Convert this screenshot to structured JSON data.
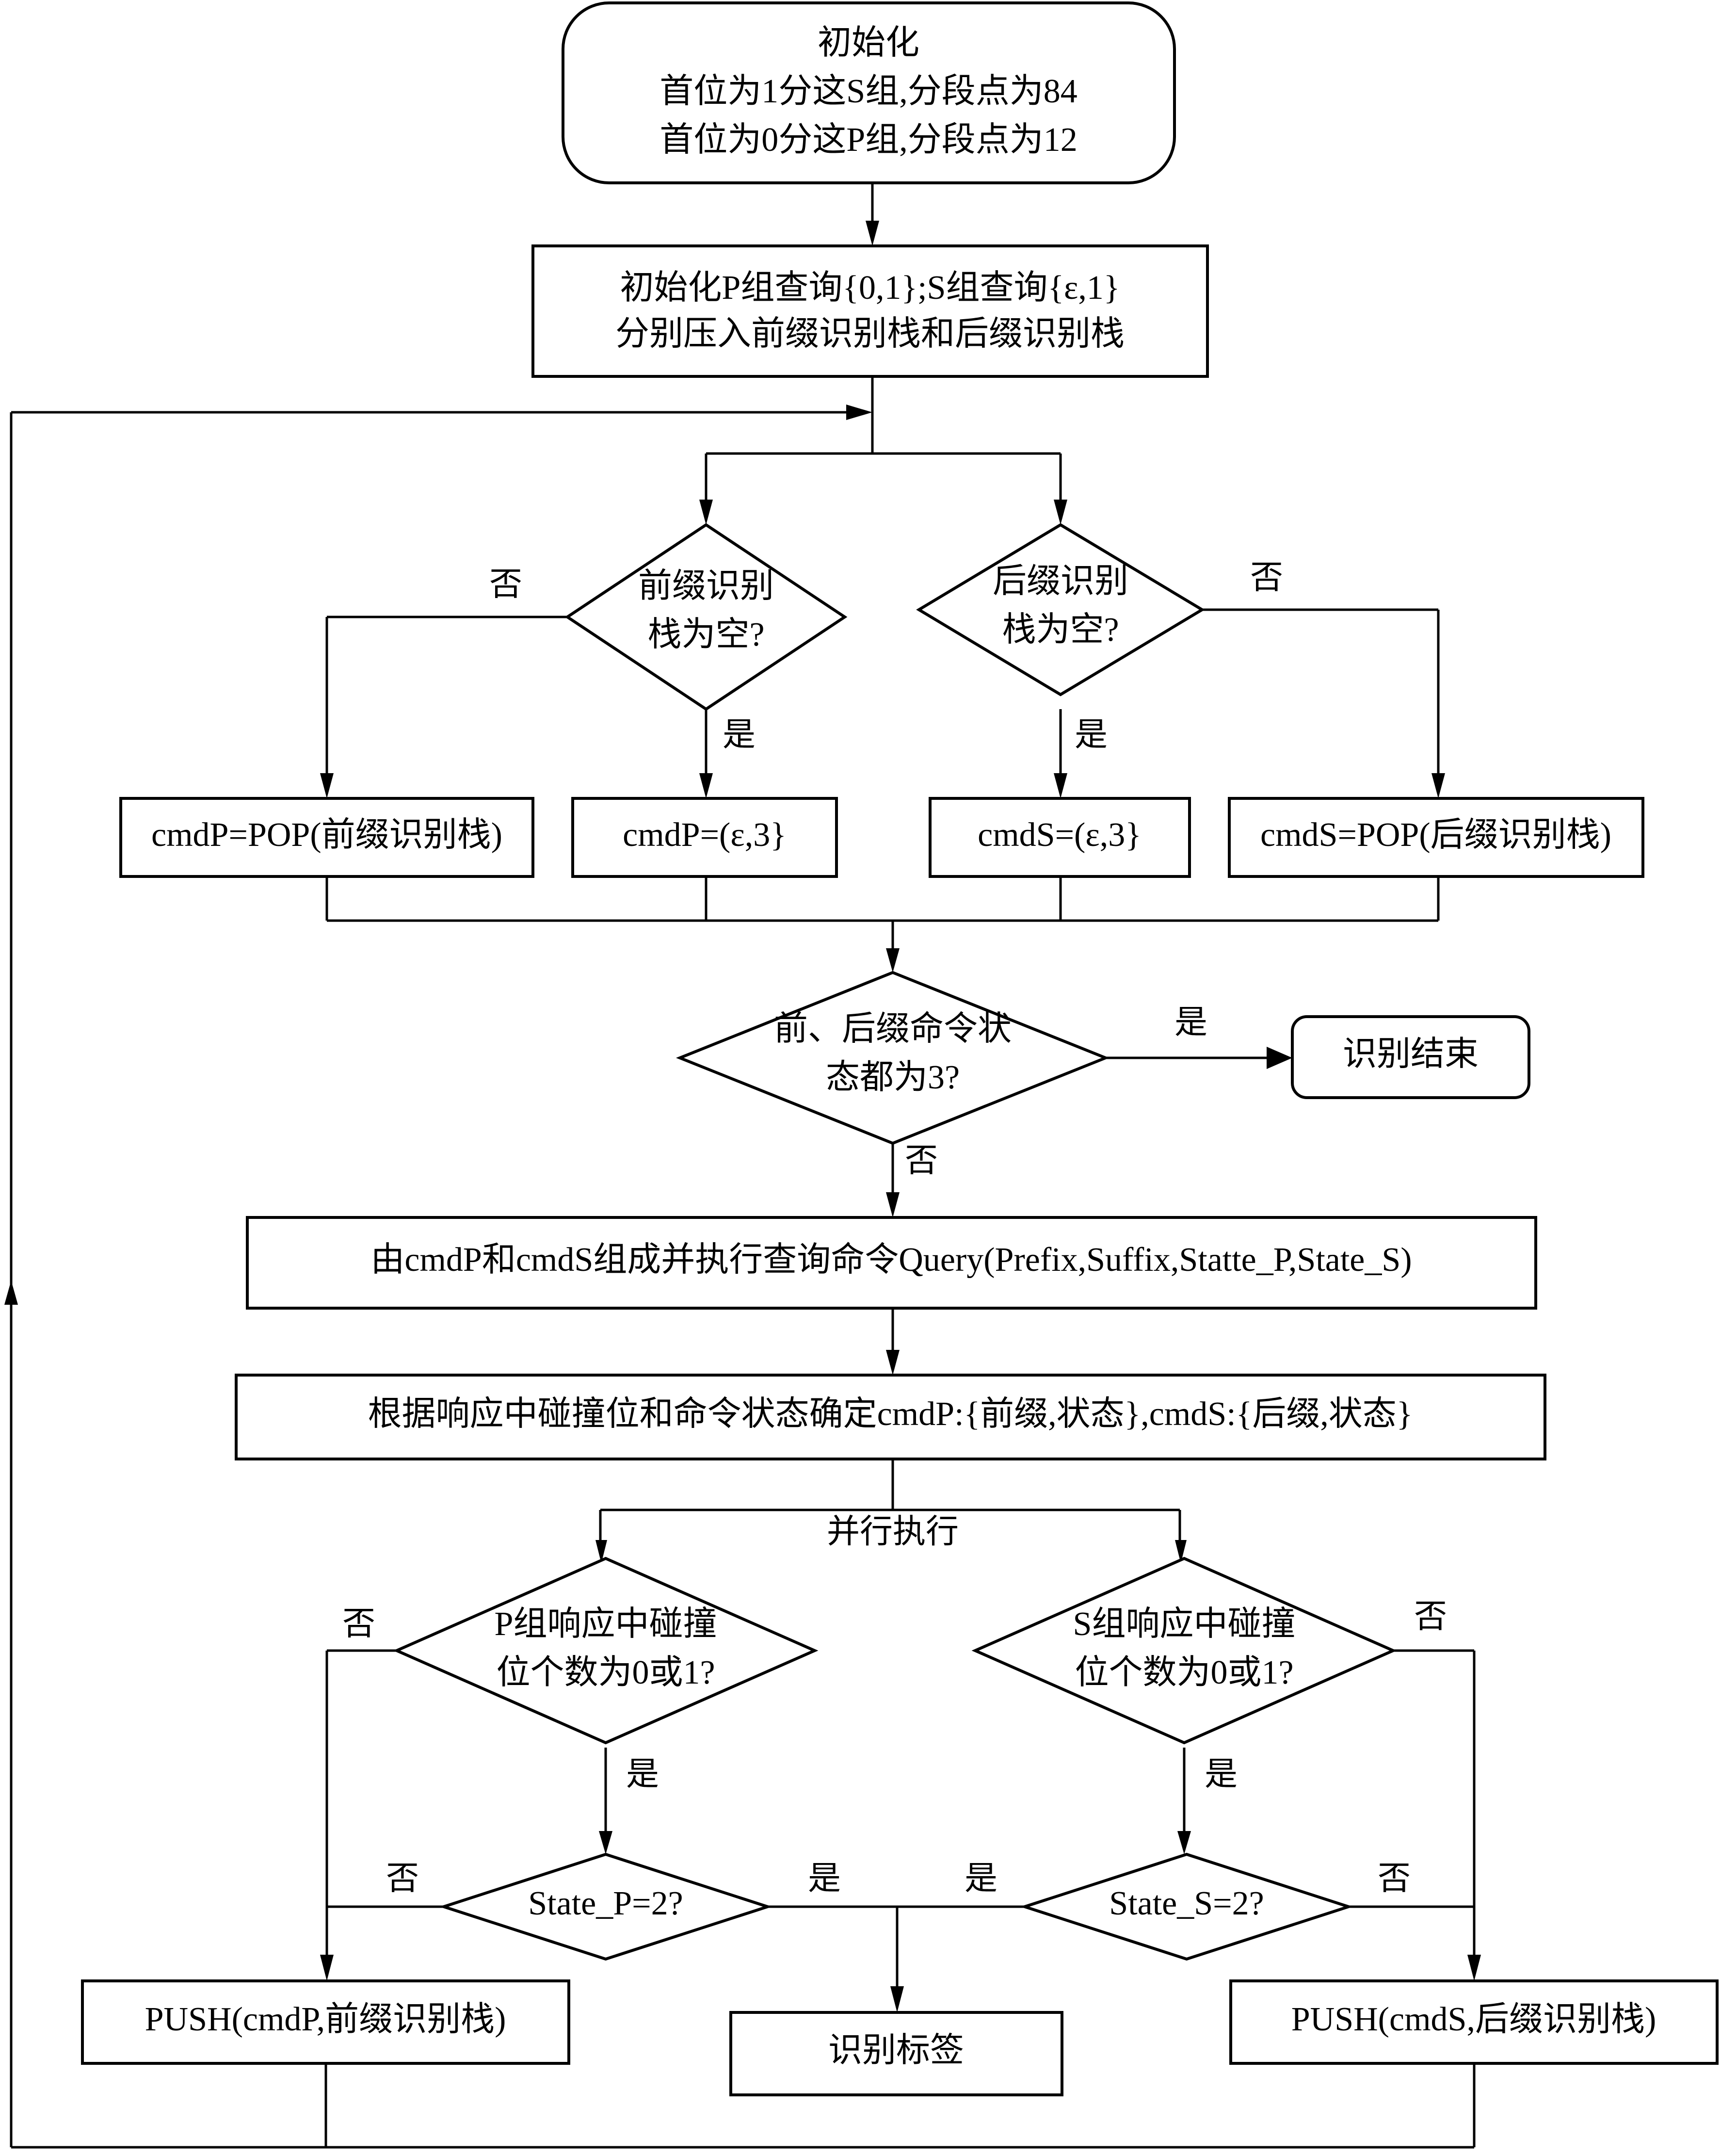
{
  "diagram": {
    "type": "flowchart",
    "nodes": {
      "start": {
        "shape": "rounded-rect",
        "lines": [
          "初始化",
          "首位为1分这S组,分段点为84",
          "首位为0分这P组,分段点为12"
        ]
      },
      "init_queries": {
        "shape": "rect",
        "lines": [
          "初始化P组查询{0,1};S组查询{ε,1}",
          "分别压入前缀识别栈和后缀识别栈"
        ]
      },
      "prefix_empty": {
        "shape": "diamond",
        "lines": [
          "前缀识别",
          "栈为空?"
        ]
      },
      "suffix_empty": {
        "shape": "diamond",
        "lines": [
          "后缀识别",
          "栈为空?"
        ]
      },
      "pop_prefix": {
        "shape": "rect",
        "lines": [
          "cmdP=POP(前缀识别栈)"
        ]
      },
      "set_prefix_eps": {
        "shape": "rect",
        "lines": [
          "cmdP=(ε,3}"
        ]
      },
      "set_suffix_eps": {
        "shape": "rect",
        "lines": [
          "cmdS=(ε,3}"
        ]
      },
      "pop_suffix": {
        "shape": "rect",
        "lines": [
          "cmdS=POP(后缀识别栈)"
        ]
      },
      "both_state3": {
        "shape": "diamond",
        "lines": [
          "前、后缀命令状",
          "态都为3?"
        ]
      },
      "end": {
        "shape": "rounded-rect",
        "lines": [
          "识别结束"
        ]
      },
      "query": {
        "shape": "rect",
        "lines": [
          "由cmdP和cmdS组成并执行查询命令Query(Prefix,Suffix,Statte_P,State_S)"
        ]
      },
      "determine": {
        "shape": "rect",
        "lines": [
          "根据响应中碰撞位和命令状态确定cmdP:{前缀,状态},cmdS:{后缀,状态}"
        ]
      },
      "p_collision": {
        "shape": "diamond",
        "lines": [
          "P组响应中碰撞",
          "位个数为0或1?"
        ]
      },
      "s_collision": {
        "shape": "diamond",
        "lines": [
          "S组响应中碰撞",
          "位个数为0或1?"
        ]
      },
      "state_p": {
        "shape": "diamond",
        "lines": [
          "State_P=2?"
        ]
      },
      "state_s": {
        "shape": "diamond",
        "lines": [
          "State_S=2?"
        ]
      },
      "push_prefix": {
        "shape": "rect",
        "lines": [
          "PUSH(cmdP,前缀识别栈)"
        ]
      },
      "identify_tag": {
        "shape": "rect",
        "lines": [
          "识别标签"
        ]
      },
      "push_suffix": {
        "shape": "rect",
        "lines": [
          "PUSH(cmdS,后缀识别栈)"
        ]
      }
    },
    "edge_labels": {
      "yes": "是",
      "no": "否",
      "parallel": "并行执行"
    },
    "edges": [
      {
        "from": "start",
        "to": "init_queries"
      },
      {
        "from": "init_queries",
        "to": "prefix_empty"
      },
      {
        "from": "init_queries",
        "to": "suffix_empty"
      },
      {
        "from": "prefix_empty",
        "to": "pop_prefix",
        "label": "否"
      },
      {
        "from": "prefix_empty",
        "to": "set_prefix_eps",
        "label": "是"
      },
      {
        "from": "suffix_empty",
        "to": "set_suffix_eps",
        "label": "是"
      },
      {
        "from": "suffix_empty",
        "to": "pop_suffix",
        "label": "否"
      },
      {
        "from": "pop_prefix",
        "to": "both_state3"
      },
      {
        "from": "set_prefix_eps",
        "to": "both_state3"
      },
      {
        "from": "set_suffix_eps",
        "to": "both_state3"
      },
      {
        "from": "pop_suffix",
        "to": "both_state3"
      },
      {
        "from": "both_state3",
        "to": "end",
        "label": "是"
      },
      {
        "from": "both_state3",
        "to": "query",
        "label": "否"
      },
      {
        "from": "query",
        "to": "determine"
      },
      {
        "from": "determine",
        "to": "p_collision",
        "label": "并行执行"
      },
      {
        "from": "determine",
        "to": "s_collision",
        "label": "并行执行"
      },
      {
        "from": "p_collision",
        "to": "push_prefix",
        "label": "否"
      },
      {
        "from": "p_collision",
        "to": "state_p",
        "label": "是"
      },
      {
        "from": "s_collision",
        "to": "push_suffix",
        "label": "否"
      },
      {
        "from": "s_collision",
        "to": "state_s",
        "label": "是"
      },
      {
        "from": "state_p",
        "to": "push_prefix",
        "label": "否"
      },
      {
        "from": "state_p",
        "to": "identify_tag",
        "label": "是"
      },
      {
        "from": "state_s",
        "to": "push_suffix",
        "label": "否"
      },
      {
        "from": "state_s",
        "to": "identify_tag",
        "label": "是"
      },
      {
        "from": "push_prefix",
        "to": "loop_back"
      },
      {
        "from": "push_suffix",
        "to": "loop_back"
      }
    ]
  }
}
